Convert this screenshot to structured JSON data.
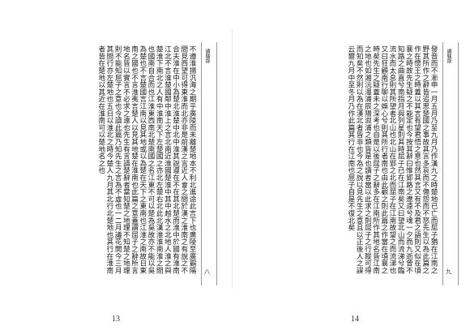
{
  "pages": [
    {
      "side": "left",
      "page_number": "13",
      "margin_title": "讀騷錄",
      "folio": "八",
      "body": "不遵淮揚汎海之期乎廣陵而未離楚地本不利北進途此言下也廣陵至廣霸陽間見西望可得東淮而北亦非是前漢之言近人會之間於漢之淮南之有說之不合夫淮在中小為楚北淮楚中北中淮其說遵在不在其北楚而淮中於國有淮南江北不言淮楚國鄰中淮上之言北南近淮國楚淮中其中越水之北地人淮之與楚淮下南北之人有中淮南天下左楚國之亦北左楚右北此北漢淮淮南淮之間也國南自合而也江淮東西南北楚南國之名江東不可以楚為吳故亦不能以吳為楚也不言楚國言江南以見其地或以為楚在天下之東南也江淮之南故日東南之國也不言淮夷言楚人以見其地楚在淮南也此篇之意蓋謂屈子之辭所言地名皆以實言不必求之遠也先生有言讀楚辭者當知楚之地理不知楚之地理則不能知屈子之意也今讀此篇乃知先生之言為不虛也一二月議花開今三月其間行亦左楚地也五日以淮北之時今楚人九月其北行北楚地也其行在淮南者皆在楚地以其近在淮南可以楚地名之也"
    },
    {
      "side": "right",
      "page_number": "14",
      "margin_title": "讀騷錄",
      "folio": "九",
      "body": "發音而不漸申一月五月乃至九月乃作漢九之時楚地已亡而屈子猶在江南之野其所作之辭皆追思楚國之事故其言多哀而不傷怨而不怒先生以為此篇之作在懷王之時蓋以其言有望君悟之意也然其言又有不及君之語則又似在頃襄之時故先生疑之不能定也今按其辭曰惟郢路之遼遠兮魂一夕而九逝曾不知路之曲直兮南指月與列星則其時屈子已在江南矣又曰望北山而流涕兮臨流水而太息則其所望者北山也北山在郢之北而屈子在江南故望之而流涕也又曰狂顧南行聊以娛心兮則其所行者南也由此觀之則此篇之作當在頃襄之時矣先生之疑蓋未之深考也自是以後屈子之辭多在江南所作其地名皆江南之地也如湘沅澧浦辰陽溆浦之類皆是也讀者當以此求之則屈子之行蹤可得而知矣不然則以為在漢北者皆非也今為之說以見先生之意且以正後人之誤云爾九月中至冬月乃作此篇其行在江南也屈子自是不復北矣"
    }
  ]
}
